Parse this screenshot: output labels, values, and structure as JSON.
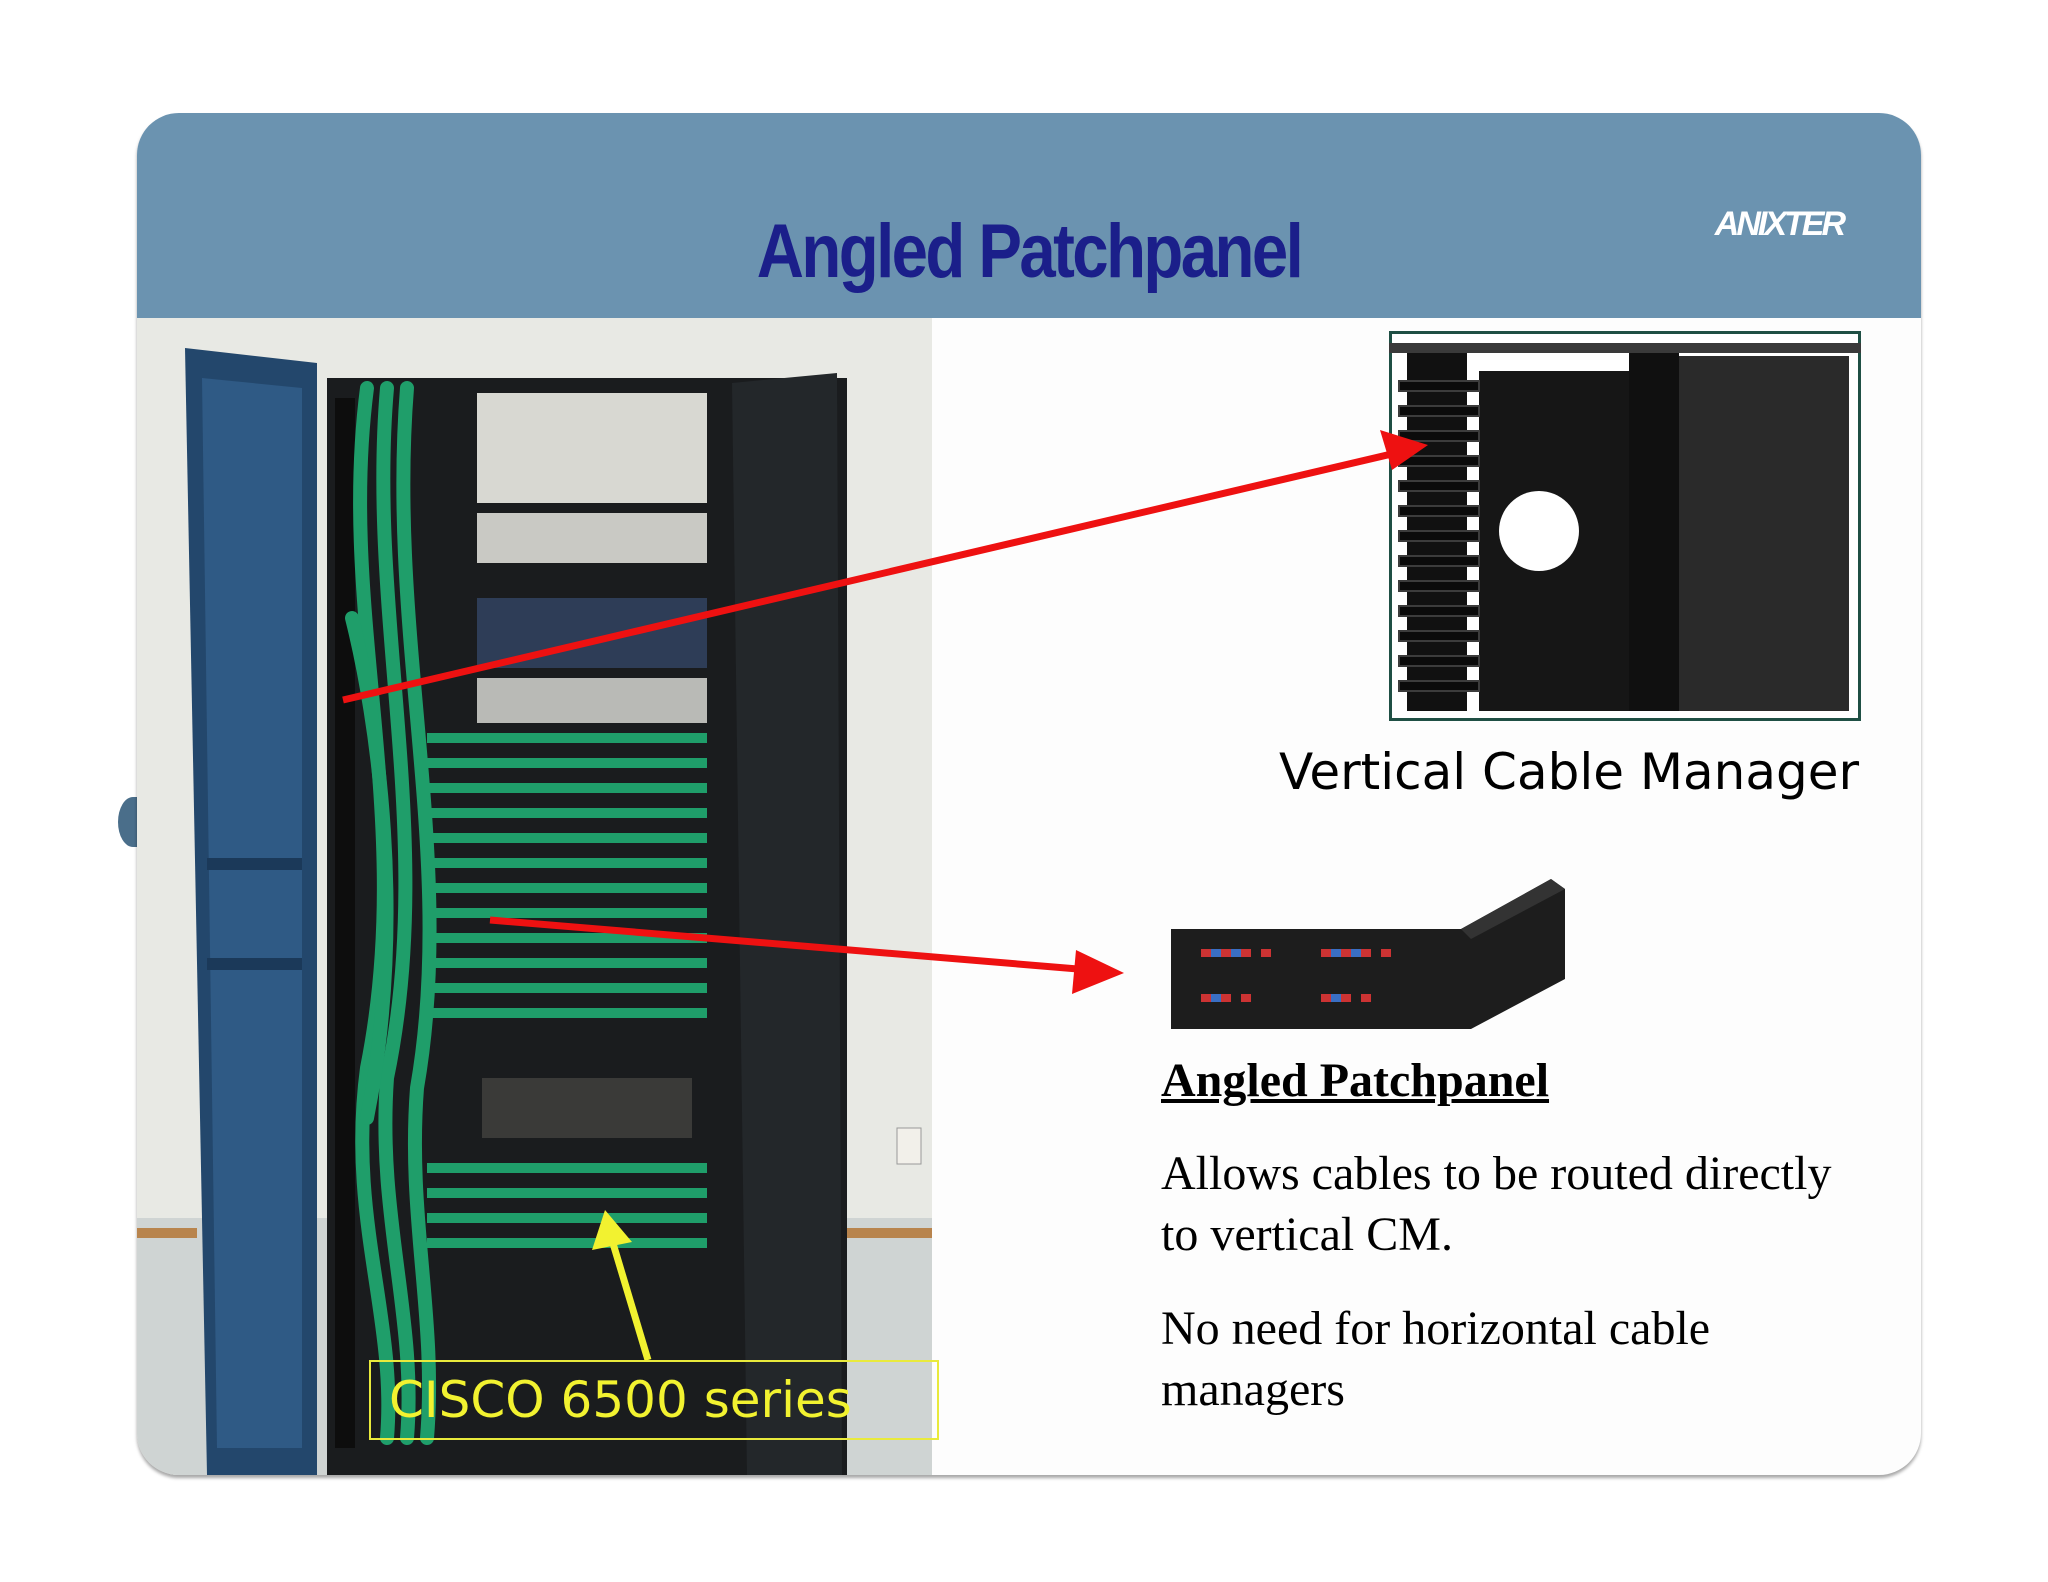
{
  "slide": {
    "title": "Angled Patchpanel",
    "logo_text": "ANIXTER",
    "colors": {
      "header": "#6b93b0",
      "title": "#1b1f8a",
      "arrow_red": "#ee1111",
      "arrow_yellow": "#f2f230",
      "cable_green": "#1f9e6a"
    }
  },
  "images": {
    "rack": "photo of open network rack with green cables",
    "vertical_cm": "photo of vertical cable manager",
    "angled_panel": "photo of angled patch panel"
  },
  "vcm_caption": "Vertical Cable Manager",
  "panel_heading": "Angled Patchpanel",
  "panel_text_1": " Allows cables to be routed directly to vertical CM.",
  "panel_text_2": "No need for horizontal cable managers",
  "cisco_label": "CISCO 6500 series"
}
